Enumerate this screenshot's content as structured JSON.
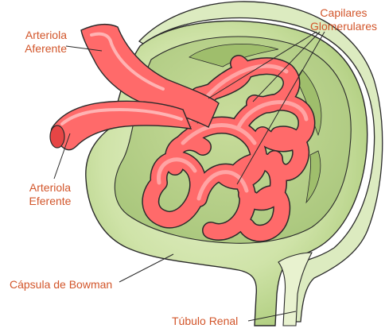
{
  "labels": {
    "arteriola_aferente": {
      "line1": "Arteriola",
      "line2": "Aferente"
    },
    "arteriola_eferente": {
      "line1": "Arteriola",
      "line2": "Eferente"
    },
    "capilares_glomerulares": {
      "line1": "Capilares",
      "line2": "Glomerulares"
    },
    "capsula_de_bowman": "Cápsula de Bowman",
    "tubulo_renal": "Túbulo Renal"
  },
  "colors": {
    "label_text": "#d2552a",
    "capsule_fill": "#cfe3a8",
    "capsule_inner": "#b8d48a",
    "capsule_stroke": "#2a2a2a",
    "vessel_fill": "#ff6a6a",
    "vessel_dark": "#e64545",
    "vessel_highlight": "#ffb0b0"
  }
}
